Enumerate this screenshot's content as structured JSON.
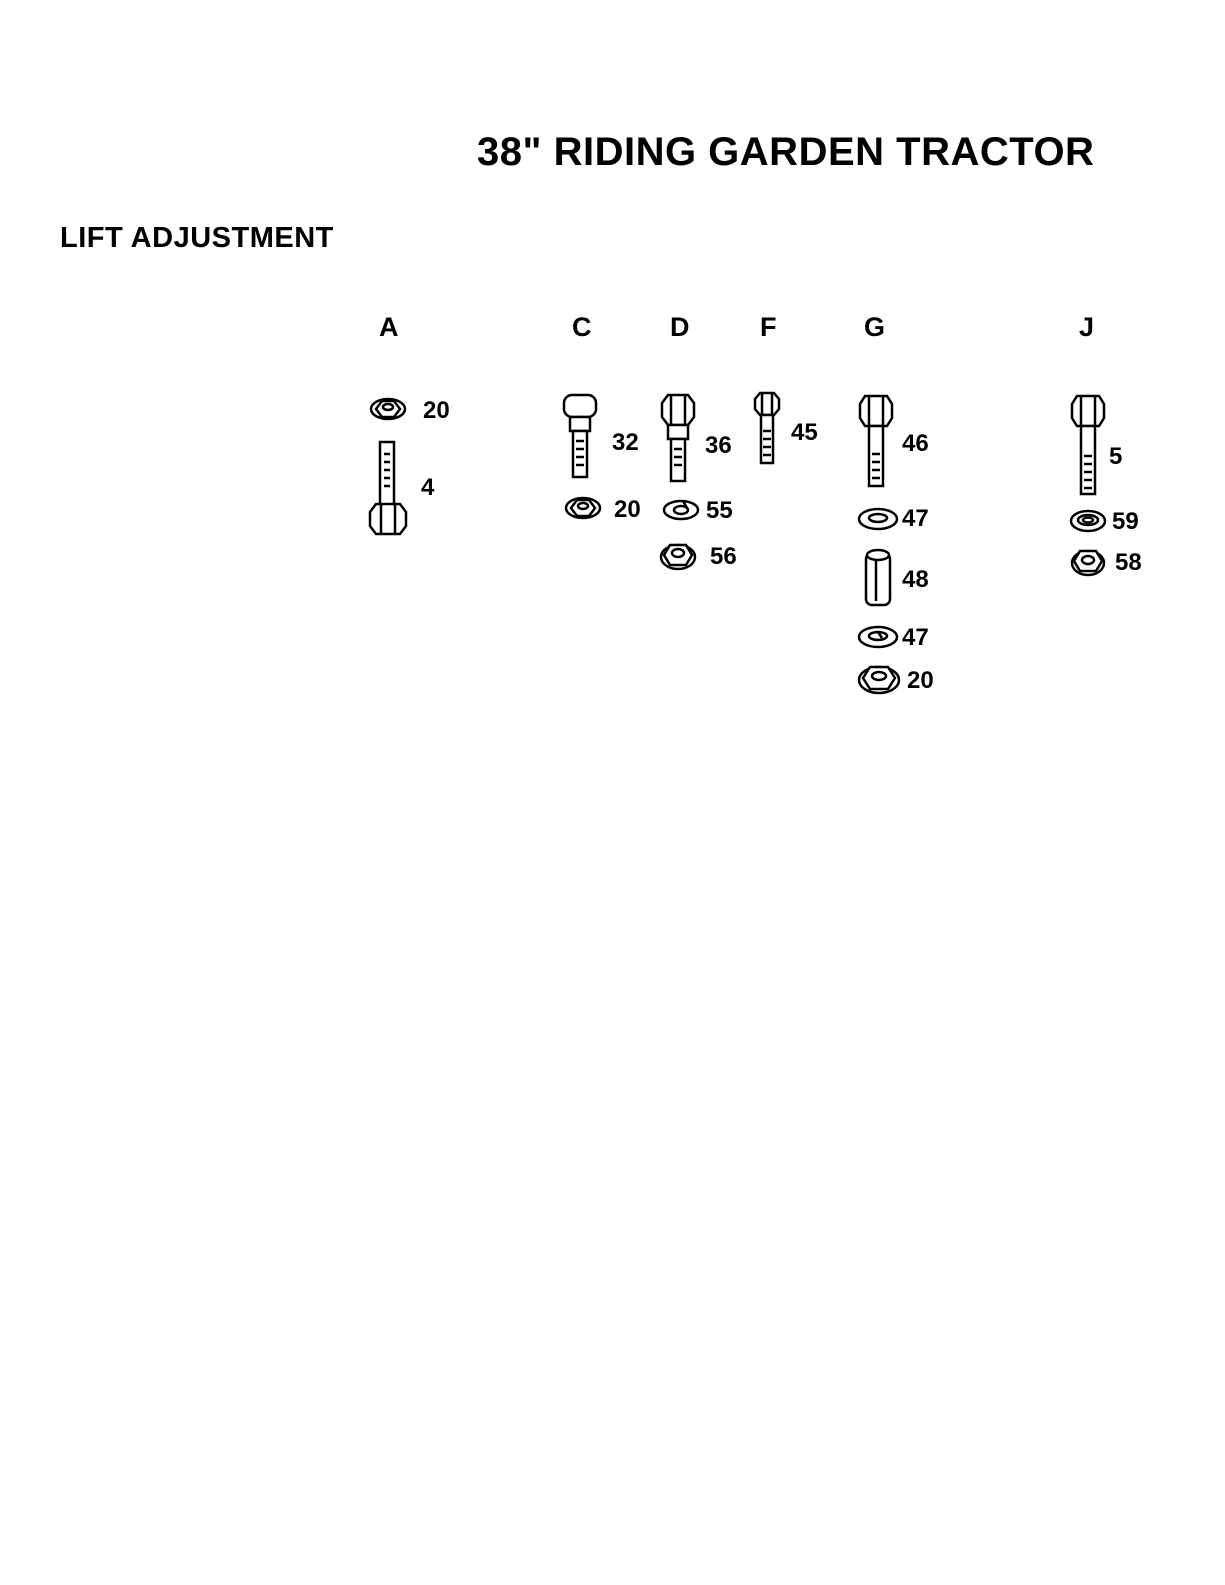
{
  "page": {
    "title": "38\" RIDING GARDEN TRACTOR",
    "section": "LIFT ADJUSTMENT"
  },
  "groups": [
    {
      "letter": "A",
      "parts": [
        {
          "number": "20",
          "icon": "hex-nut-icon"
        },
        {
          "number": "4",
          "icon": "hex-bolt-icon"
        }
      ]
    },
    {
      "letter": "C",
      "parts": [
        {
          "number": "32",
          "icon": "shoulder-bolt-icon"
        },
        {
          "number": "20",
          "icon": "hex-nut-icon"
        }
      ]
    },
    {
      "letter": "D",
      "parts": [
        {
          "number": "36",
          "icon": "shoulder-bolt-icon"
        },
        {
          "number": "55",
          "icon": "lock-washer-icon"
        },
        {
          "number": "56",
          "icon": "hex-nut-icon"
        }
      ]
    },
    {
      "letter": "F",
      "parts": [
        {
          "number": "45",
          "icon": "hex-bolt-icon"
        }
      ]
    },
    {
      "letter": "G",
      "parts": [
        {
          "number": "46",
          "icon": "hex-bolt-icon"
        },
        {
          "number": "47",
          "icon": "flat-washer-icon"
        },
        {
          "number": "48",
          "icon": "spacer-icon"
        },
        {
          "number": "47",
          "icon": "flat-washer-icon"
        },
        {
          "number": "20",
          "icon": "hex-nut-icon"
        }
      ]
    },
    {
      "letter": "J",
      "parts": [
        {
          "number": "5",
          "icon": "hex-bolt-icon"
        },
        {
          "number": "59",
          "icon": "flat-washer-icon"
        },
        {
          "number": "58",
          "icon": "lock-nut-icon"
        }
      ]
    }
  ]
}
